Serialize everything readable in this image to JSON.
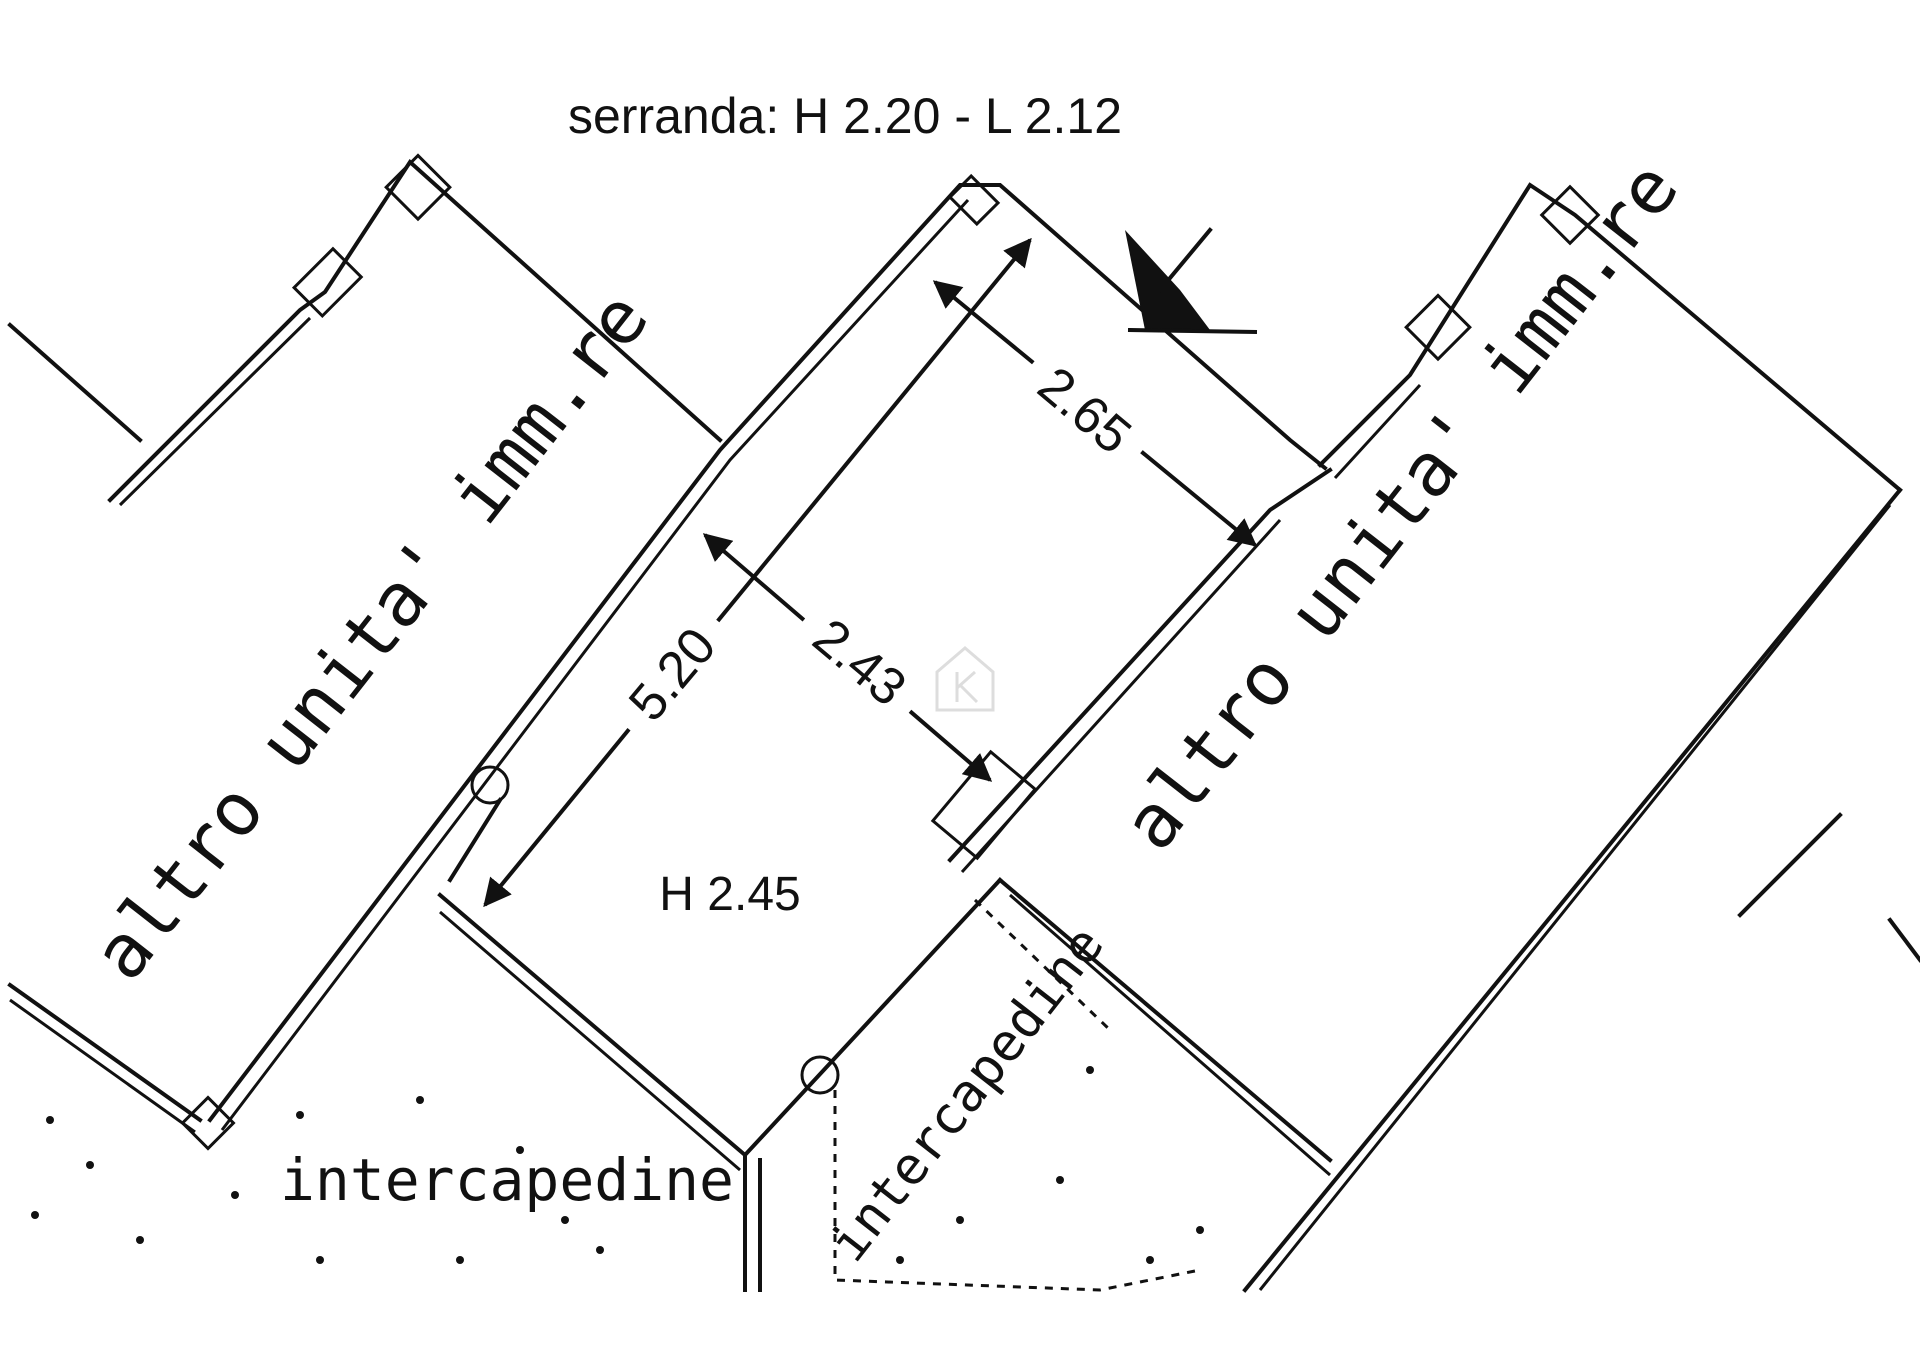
{
  "header": {
    "shutter": "serranda: H 2.20 - L 2.12"
  },
  "dimensions": {
    "length": "5.20",
    "width_top": "2.65",
    "width_mid": "2.43",
    "height": "H 2.45"
  },
  "rooms": {
    "unit_left": "altro unita' imm.re",
    "unit_right": "altro unita' imm.re",
    "gap_bottom": "intercapedine",
    "gap_right": "intercapedine"
  },
  "watermark": {
    "icon": "house-k-logo-icon"
  },
  "colors": {
    "ink": "#111111",
    "watermark": "#cfcfcf"
  }
}
